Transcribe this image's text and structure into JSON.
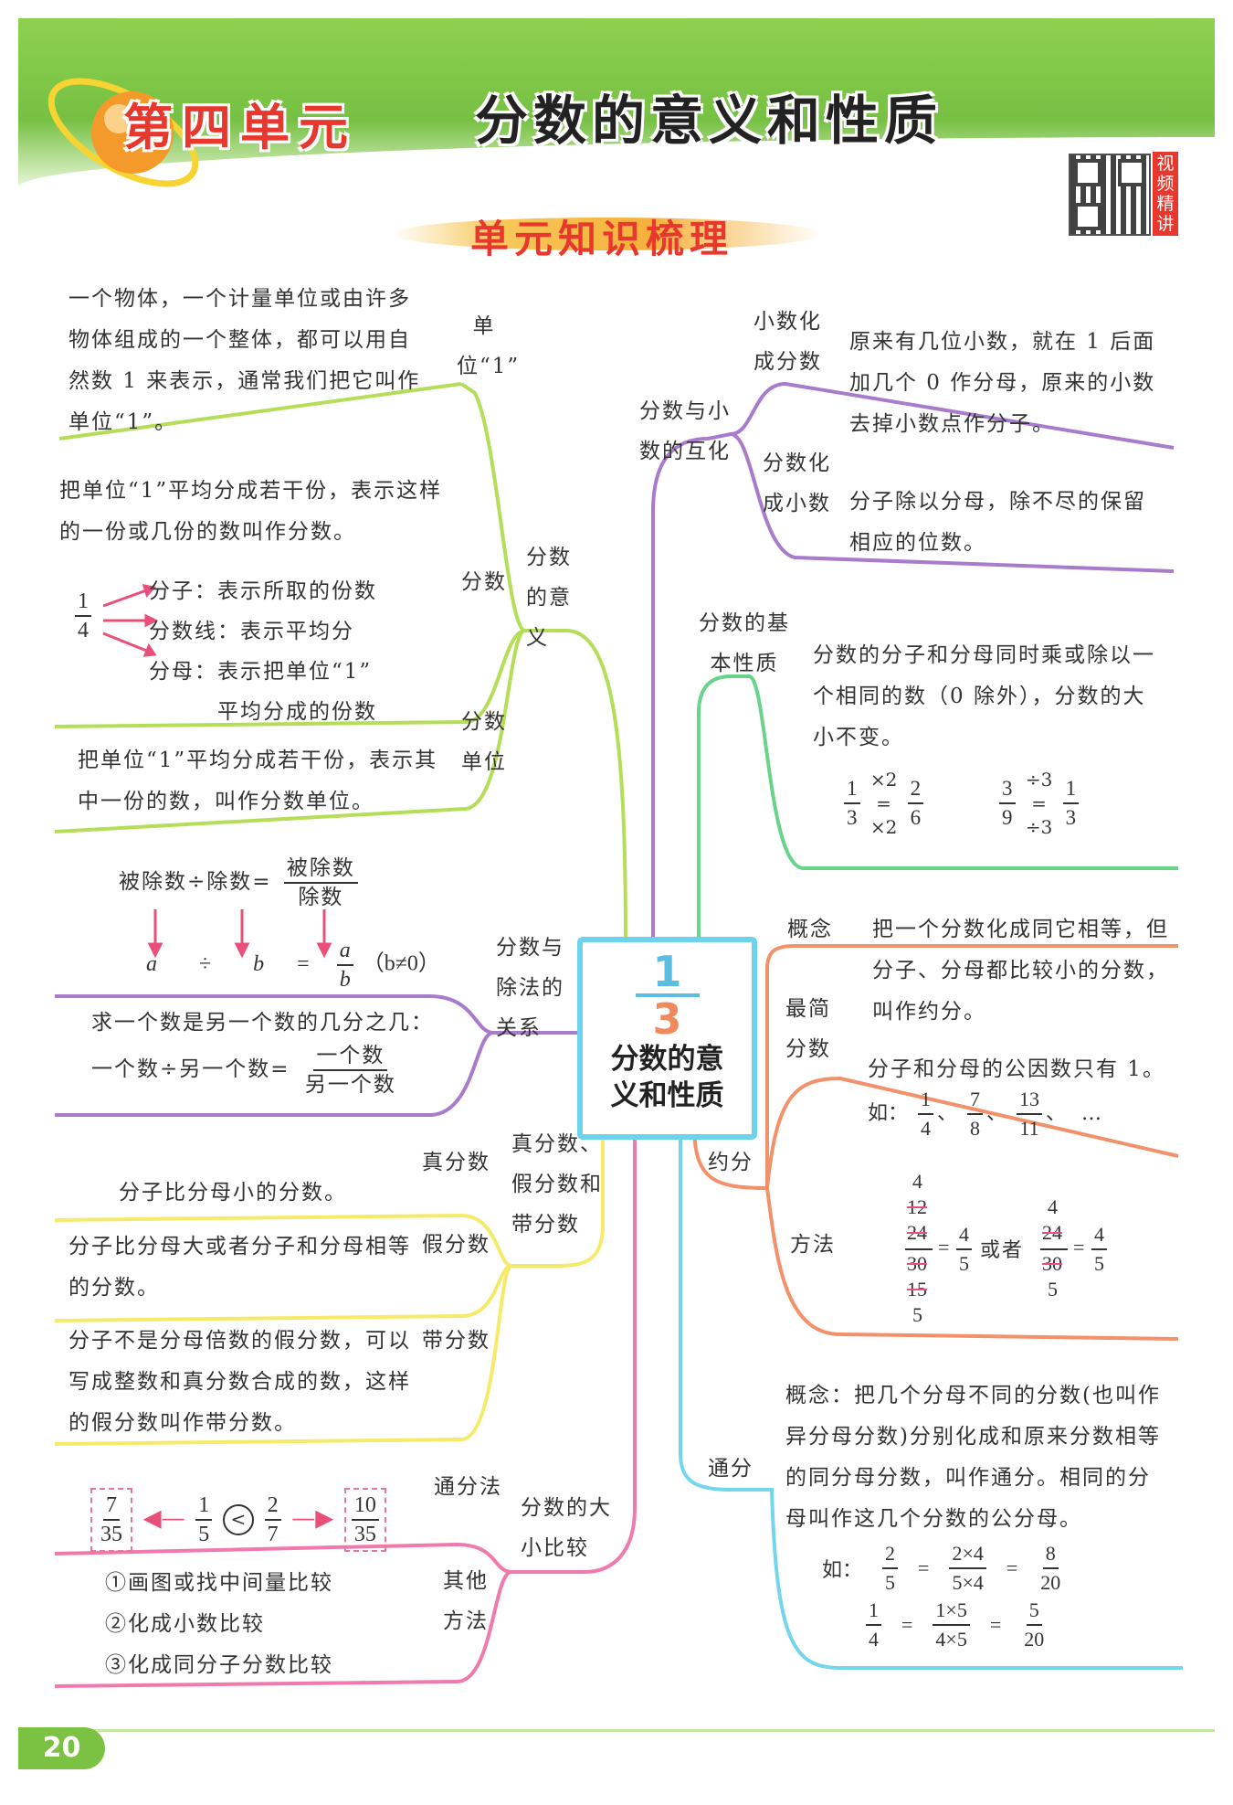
{
  "header": {
    "unit_label": "第四单元",
    "title": "分数的意义和性质",
    "section_title": "单元知识梳理",
    "qr_caption": "视频精讲"
  },
  "center": {
    "fraction_numerator": "1",
    "fraction_denominator": "3",
    "title_line1": "分数的意",
    "title_line2": "义和性质"
  },
  "left": {
    "meaning": {
      "branch": "分数的意义",
      "unit_one_label": "单位“1”",
      "unit_one_text": "一个物体，一个计量单位或由许多物体组成的一个整体，都可以用自然数 1 来表示，通常我们把它叫作单位“1”。",
      "fraction_label": "分数",
      "fraction_text": "把单位“1”平均分成若干份，表示这样的一份或几份的数叫作分数。",
      "example_numerator": "1",
      "example_denominator": "4",
      "numerator_note": "分子：表示所取的份数",
      "bar_note": "分数线：表示平均分",
      "denominator_note_1": "分母：表示把单位“1”",
      "denominator_note_2": "平均分成的份数",
      "unit_label": "分数单位",
      "unit_text": "把单位“1”平均分成若干份，表示其中一份的数，叫作分数单位。"
    },
    "division": {
      "branch": "分数与除法的关系",
      "formula_left": "被除数÷除数=",
      "formula_num": "被除数",
      "formula_den": "除数",
      "sym_a": "a",
      "sym_div": "÷",
      "sym_b": "b",
      "sym_eq": "=",
      "sym_frac_num": "a",
      "sym_frac_den": "b",
      "sym_cond": "（b≠0）",
      "question": "求一个数是另一个数的几分之几：",
      "answer_left": "一个数÷另一个数=",
      "answer_num": "一个数",
      "answer_den": "另一个数"
    },
    "types": {
      "branch": "真分数、假分数和带分数",
      "proper_label": "真分数",
      "proper_text": "分子比分母小的分数。",
      "improper_label": "假分数",
      "improper_text": "分子比分母大或者分子和分母相等的分数。",
      "mixed_label": "带分数",
      "mixed_text": "分子不是分母倍数的假分数，可以写成整数和真分数合成的数，这样的假分数叫作带分数。"
    },
    "compare": {
      "branch": "分数的大小比较",
      "common_den_label": "通分法",
      "f1n": "7",
      "f1d": "35",
      "f2n": "1",
      "f2d": "5",
      "f3n": "2",
      "f3d": "7",
      "f4n": "10",
      "f4d": "35",
      "lt": "<",
      "other_label": "其他方法",
      "m1": "①画图或找中间量比较",
      "m2": "②化成小数比较",
      "m3": "③化成同分子分数比较"
    }
  },
  "right": {
    "convert": {
      "branch": "分数与小数的互化",
      "d2f_label": "小数化成分数",
      "d2f_text": "原来有几位小数，就在 1 后面加几个 0 作分母，原来的小数去掉小数点作分子。",
      "f2d_label": "分数化成小数",
      "f2d_text": "分子除以分母，除不尽的保留相应的位数。"
    },
    "basic": {
      "branch": "分数的基本性质",
      "text": "分数的分子和分母同时乘或除以一个相同的数（0 除外），分数的大小不变。",
      "ex1": {
        "a_n": "1",
        "a_d": "3",
        "op_top": "×2",
        "op_bot": "×2",
        "eq": "=",
        "b_n": "2",
        "b_d": "6"
      },
      "ex2": {
        "a_n": "3",
        "a_d": "9",
        "op_top": "÷3",
        "op_bot": "÷3",
        "eq": "=",
        "b_n": "1",
        "b_d": "3"
      }
    },
    "reduce": {
      "branch": "约分",
      "concept_label": "概念",
      "concept_text": "把一个分数化成同它相等，但分子、分母都比较小的分数，叫作约分。",
      "simplest_label": "最简分数",
      "simplest_text": "分子和分母的公因数只有 1。",
      "example_prefix": "如：",
      "examples": [
        {
          "n": "1",
          "d": "4"
        },
        {
          "n": "7",
          "d": "8"
        },
        {
          "n": "13",
          "d": "11"
        }
      ],
      "ellipsis": "…",
      "method_label": "方法",
      "m_top": "4",
      "m_n1": "12",
      "m_n2": "24",
      "m_d2": "30",
      "m_d1": "15",
      "m_bot": "5",
      "m_res_n": "4",
      "m_res_d": "5",
      "or": "或者",
      "m2_top": "4",
      "m2_n": "24",
      "m2_d": "30",
      "m2_bot": "5",
      "m2_res_n": "4",
      "m2_res_d": "5",
      "eq": "="
    },
    "common": {
      "branch": "通分",
      "text": "概念：把几个分母不同的分数(也叫作异分母分数)分别化成和原来分数相等的同分母分数，叫作通分。相同的分母叫作这几个分数的公分母。",
      "example_prefix": "如：",
      "row1": {
        "a_n": "2",
        "a_d": "5",
        "b_n": "2×4",
        "b_d": "5×4",
        "c_n": "8",
        "c_d": "20"
      },
      "row2": {
        "a_n": "1",
        "a_d": "4",
        "b_n": "1×5",
        "b_d": "4×5",
        "c_n": "5",
        "c_d": "20"
      },
      "eq": "="
    }
  },
  "footer": {
    "page_number": "20"
  },
  "colors": {
    "header_green": "#7cc242",
    "title_red": "#e8382e",
    "green_branch": "#a6d84a",
    "purple_branch": "#a073c6",
    "teal_branch": "#5fcf7e",
    "orange_branch": "#f08a5d",
    "yellow_branch": "#f4e65a",
    "pink_branch": "#ef6fa6",
    "cyan_branch": "#6dd3ec",
    "center_border": "#6dd3ec"
  }
}
